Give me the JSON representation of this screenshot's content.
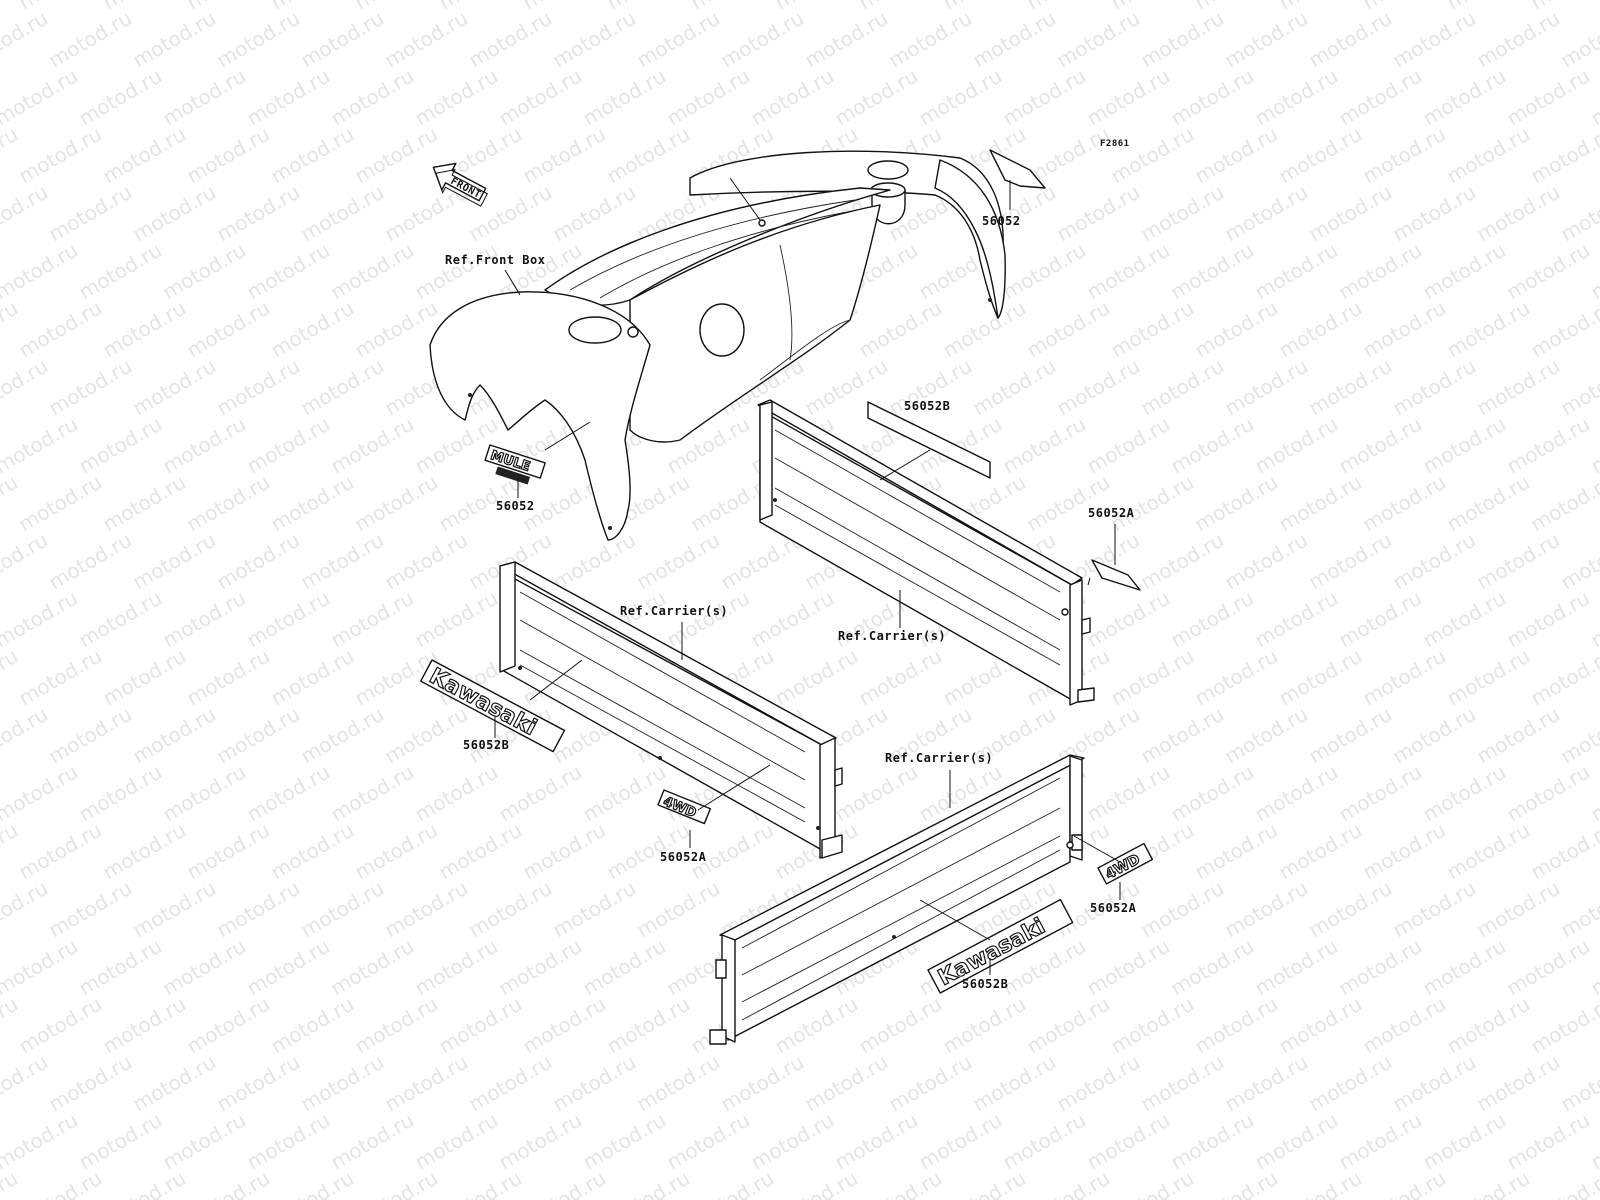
{
  "diagram_id": "F2861",
  "watermark": "motod.ru",
  "front_arrow": "FRONT",
  "labels": {
    "front_box": "Ref.Front Box",
    "carrier_left": "Ref.Carrier(s)",
    "carrier_right": "Ref.Carrier(s)",
    "carrier_bottom": "Ref.Carrier(s)",
    "decal_top_right": "56052",
    "decal_mule": "56052",
    "decal_right_b": "56052B",
    "decal_right_a": "56052A",
    "decal_kawasaki_left": "56052B",
    "decal_4wd_left": "56052A",
    "decal_4wd_bottom": "56052A",
    "decal_kawasaki_bottom": "56052B"
  },
  "emblems": {
    "kawasaki": "Kawasaki",
    "mule": "MULE",
    "four_wd": "4WD"
  }
}
